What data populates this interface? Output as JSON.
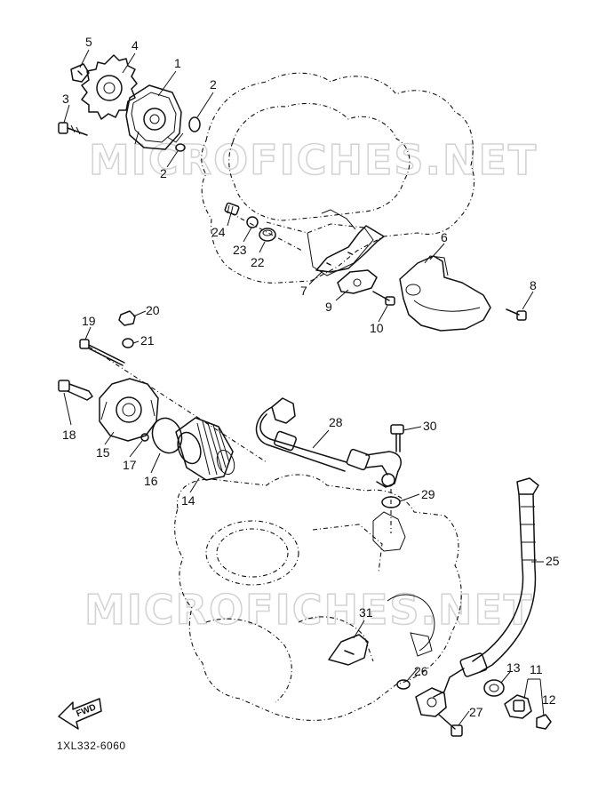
{
  "watermarks": [
    "MICROFICHES.NET",
    "MICROFICHES.NET"
  ],
  "drawing_code": "1XL332-6060",
  "direction_arrow_label": "FWD",
  "callouts": {
    "c1": "1",
    "c2a": "2",
    "c2b": "2",
    "c3": "3",
    "c4": "4",
    "c5": "5",
    "c6": "6",
    "c7": "7",
    "c8": "8",
    "c9": "9",
    "c10": "10",
    "c11": "11",
    "c12": "12",
    "c13": "13",
    "c14": "14",
    "c15": "15",
    "c16": "16",
    "c17": "17",
    "c18": "18",
    "c19": "19",
    "c20": "20",
    "c21": "21",
    "c22": "22",
    "c23": "23",
    "c24": "24",
    "c25": "25",
    "c26": "26",
    "c27": "27",
    "c28": "28",
    "c29": "29",
    "c30": "30",
    "c31": "31"
  },
  "colors": {
    "ink": "#111111",
    "watermark": "#d4d4d4",
    "paper": "#ffffff"
  }
}
